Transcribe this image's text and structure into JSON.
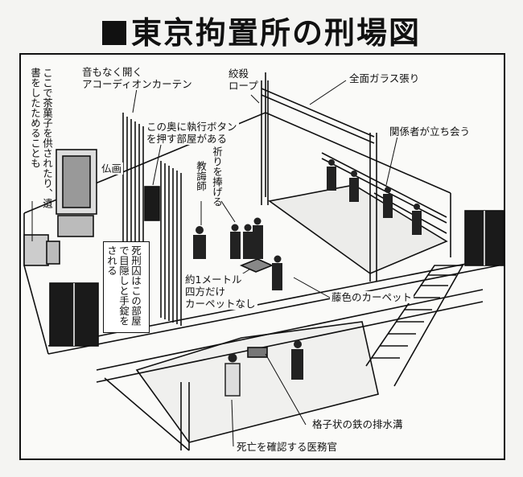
{
  "title": "東京拘置所の刑場図",
  "labels": {
    "tea_sweets": "ここで茶菓子を供されたり、遺書をしたためることも",
    "accordion": "音もなく開く\nアコーディオンカーテン",
    "rope": "絞殺\nロープ",
    "glass": "全面ガラス張り",
    "officials": "関係者が立ち会う",
    "button_room": "この奥に執行ボタン\nを押す部屋がある",
    "buddha": "仏画",
    "chaplain": "教誨師",
    "prayer": "祈りを捧げる",
    "prisoner": "死刑囚はこの部屋で目隠しと手錠をされる",
    "carpet_square": "約1メートル\n四方だけ\nカーペットなし",
    "wisteria_carpet": "藤色のカーペット",
    "drain": "格子状の鉄の排水溝",
    "medical_officer": "死亡を確認する医務官"
  }
}
